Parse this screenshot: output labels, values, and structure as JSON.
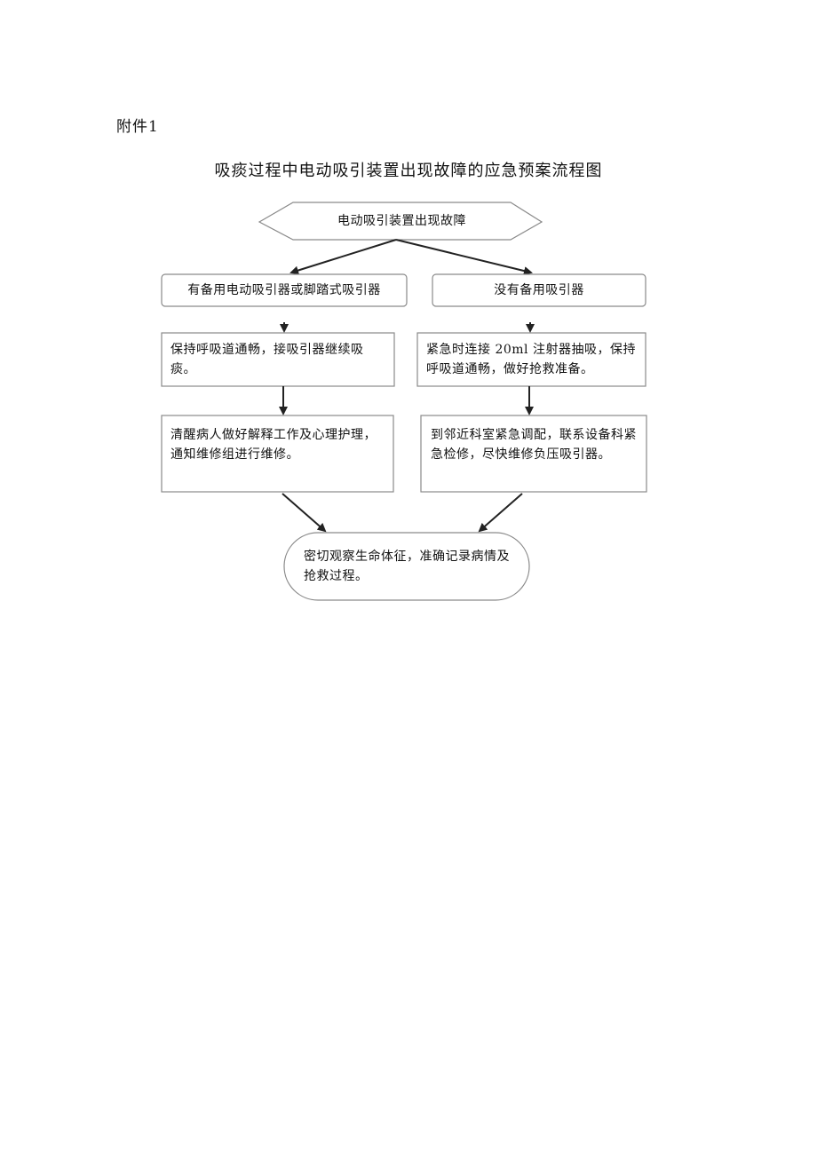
{
  "header": {
    "attachment": "附件1",
    "title": "吸痰过程中电动吸引装置出现故障的应急预案流程图"
  },
  "flow": {
    "start": "电动吸引装置出现故障",
    "left_branch": {
      "condition": "有备用电动吸引器或脚踏式吸引器",
      "step1": "保持呼吸道通畅，接吸引器继续吸痰。",
      "step2": "清醒病人做好解释工作及心理护理，通知维修组进行维修。"
    },
    "right_branch": {
      "condition": "没有备用吸引器",
      "step1": "紧急时连接 20ml 注射器抽吸，保持呼吸道通畅，做好抢救准备。",
      "step2": "到邻近科室紧急调配，联系设备科紧急检修，尽快维修负压吸引器。"
    },
    "end": "密切观察生命体征，准确记录病情及抢救过程。"
  },
  "colors": {
    "border": "#8a8a8a",
    "arrow": "#222222"
  }
}
